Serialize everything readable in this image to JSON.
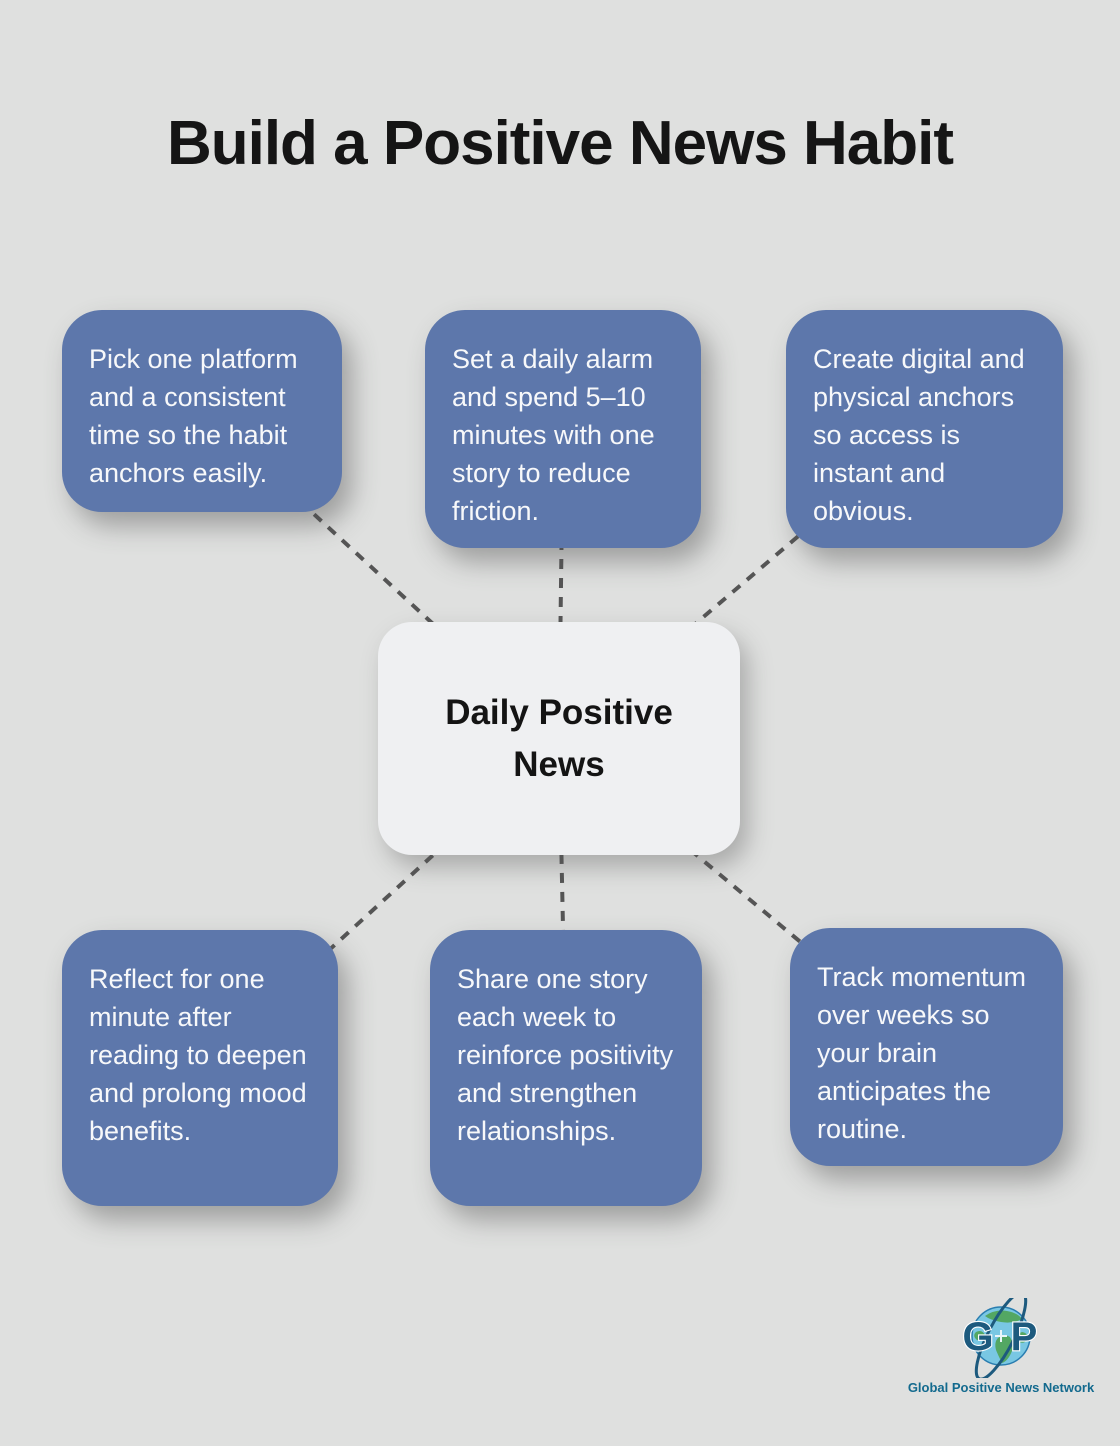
{
  "title": "Build a Positive News Habit",
  "center": {
    "label": "Daily Positive News"
  },
  "nodes": [
    {
      "id": "pick-platform",
      "text": "Pick one platform and a consistent time so the habit anchors easily."
    },
    {
      "id": "daily-alarm",
      "text": "Set a daily alarm and spend 5–10 minutes with one story to reduce friction."
    },
    {
      "id": "create-anchors",
      "text": "Create digital and physical anchors so access is instant and obvious."
    },
    {
      "id": "reflect-minute",
      "text": "Reflect for one minute after reading to deepen and prolong mood benefits."
    },
    {
      "id": "share-story",
      "text": "Share one story each week to reinforce positivity and strengthen relationships."
    },
    {
      "id": "track-momentum",
      "text": "Track momentum over weeks so your brain anticipates the routine."
    }
  ],
  "logo": {
    "letter_left": "G",
    "letter_right": "P",
    "caption": "Global Positive News Network"
  },
  "colors": {
    "background": "#dfe0df",
    "node_fill": "#5d77ab",
    "node_text": "#f7f8fa",
    "center_fill": "#eff0f2",
    "center_text": "#141414",
    "connector": "#555555",
    "logo_letters": "#1d5a7e",
    "logo_caption": "#136a8e",
    "globe_water": "#79c7e3",
    "globe_land": "#53a763"
  }
}
